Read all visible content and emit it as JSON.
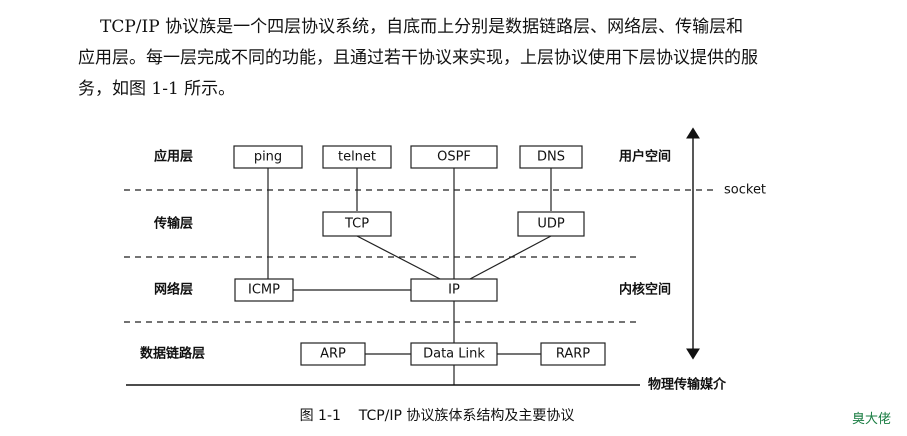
{
  "paragraph": {
    "line1": "TCP/IP 协议族是一个四层协议系统，自底而上分别是数据链路层、网络层、传输层和",
    "line2": "应用层。每一层完成不同的功能，且通过若干协议来实现，上层协议使用下层协议提供的服",
    "line3": "务，如图 1-1 所示。"
  },
  "layers": {
    "application": "应用层",
    "transport": "传输层",
    "network": "网络层",
    "datalink": "数据链路层"
  },
  "protocols": {
    "ping": "ping",
    "telnet": "telnet",
    "ospf": "OSPF",
    "dns": "DNS",
    "tcp": "TCP",
    "udp": "UDP",
    "icmp": "ICMP",
    "ip": "IP",
    "arp": "ARP",
    "datalink": "Data Link",
    "rarp": "RARP"
  },
  "labels": {
    "user_space": "用户空间",
    "socket": "socket",
    "kernel_space": "内核空间",
    "physical_medium": "物理传输媒介"
  },
  "caption": "图 1-1    TCP/IP 协议族体系结构及主要协议",
  "signature": "臭大佬"
}
